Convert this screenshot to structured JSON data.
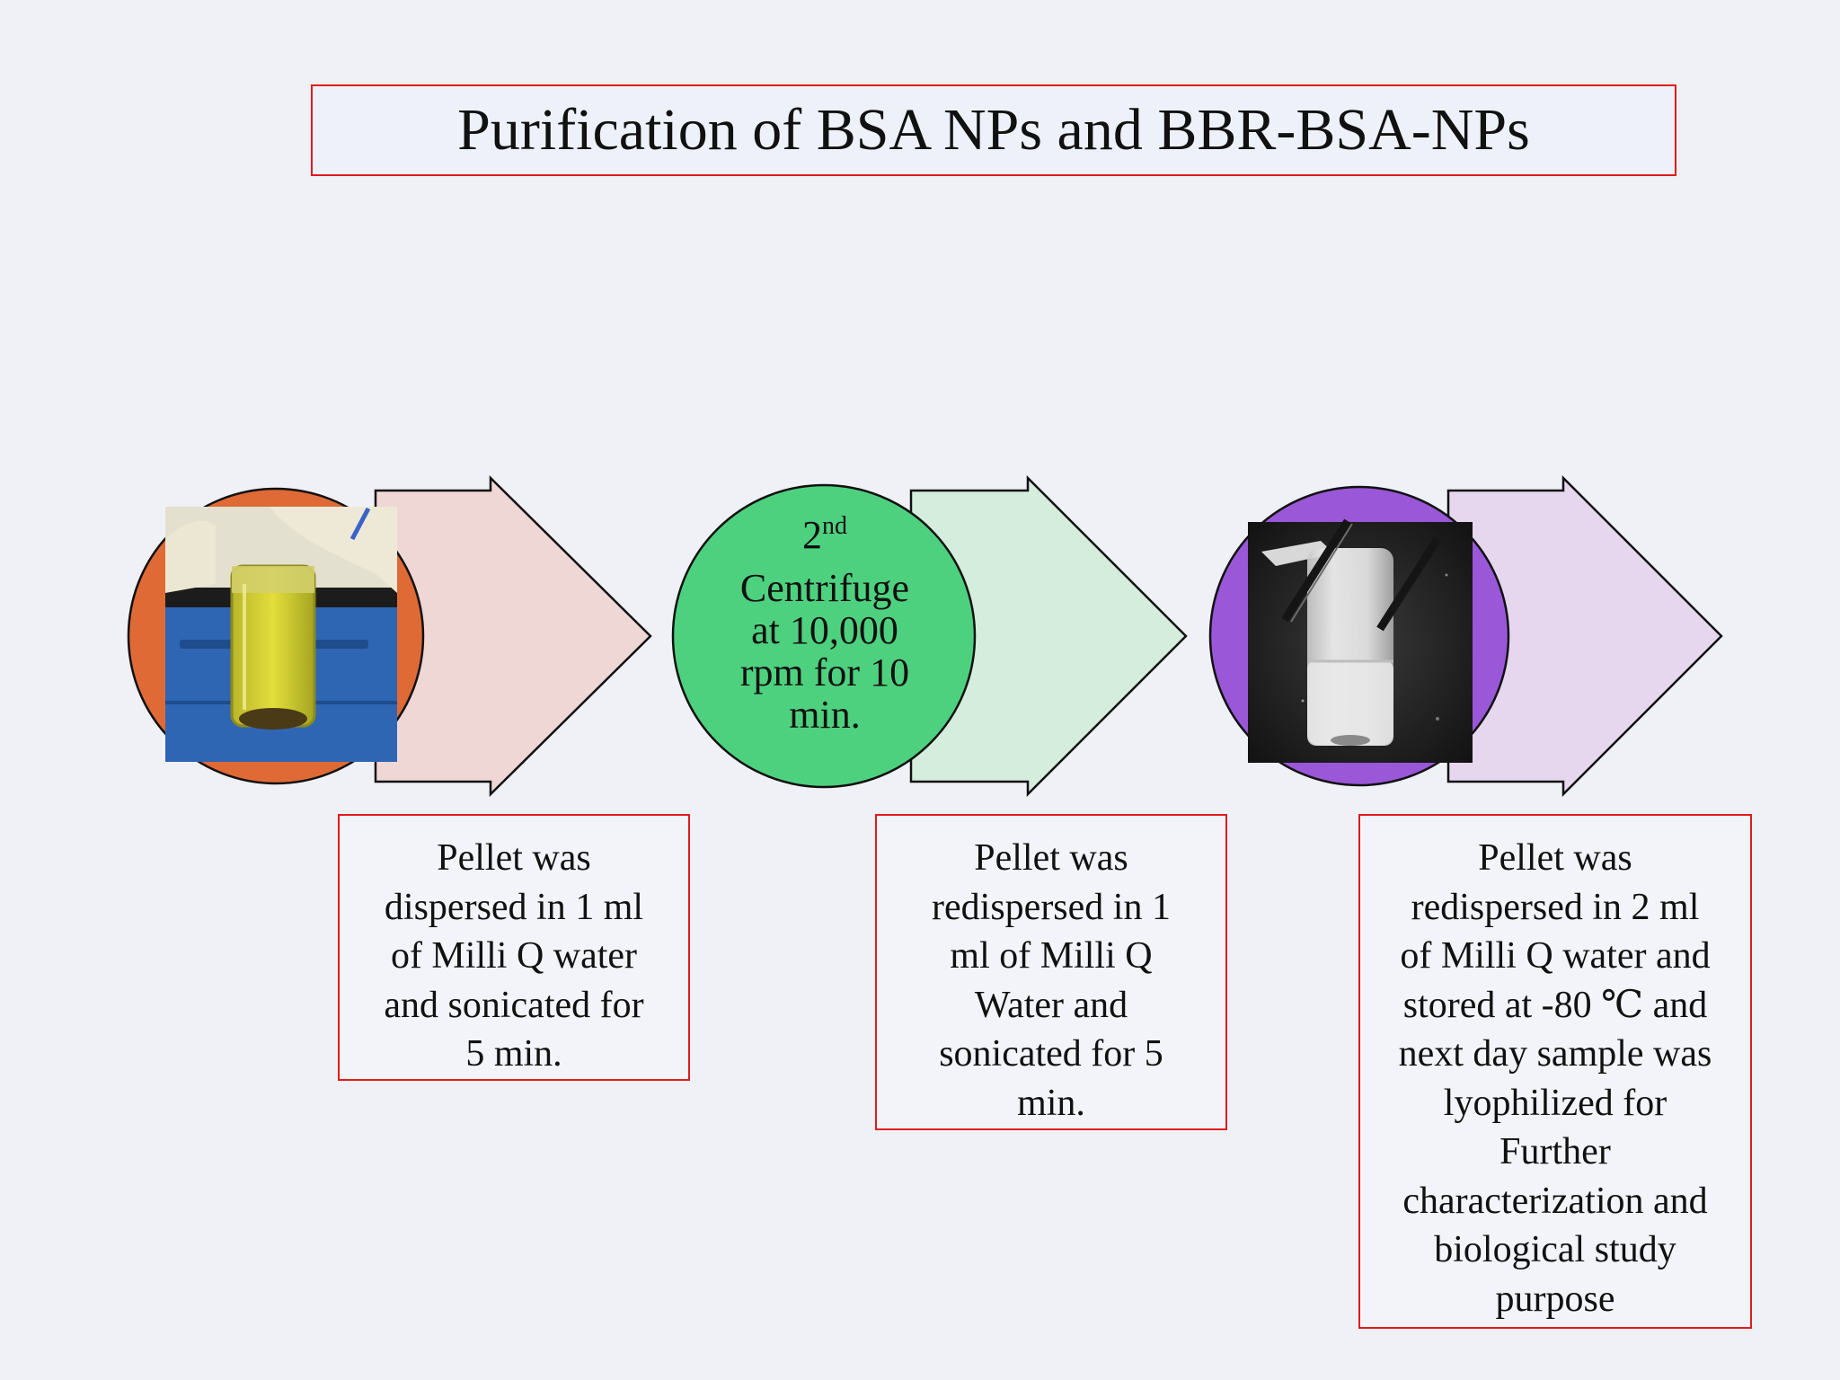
{
  "title": "Purification of BSA NPs and BBR-BSA-NPs",
  "colors": {
    "step1_circle": "#df6a35",
    "step1_arrow": "#efd7d6",
    "step2_circle": "#4ed17f",
    "step2_arrow": "#d4eddd",
    "step3_circle": "#9a57d8",
    "step3_arrow": "#e6d7ef",
    "box_border": "#e01b1b"
  },
  "steps": [
    {
      "photo": "test-tube-photo",
      "description": [
        "Pellet was",
        "dispersed in 1 ml",
        "of Milli Q water",
        "and sonicated for",
        "5 min."
      ]
    },
    {
      "step_number": "2",
      "step_suffix": "nd",
      "label_lines": [
        "Centrifuge",
        "at 10,000",
        "rpm for 10",
        "min."
      ],
      "description": [
        "Pellet was",
        "redispersed in 1",
        "ml of Milli Q",
        "Water and",
        "sonicated for 5",
        "min."
      ]
    },
    {
      "photo": "microtube-photo",
      "description": [
        "Pellet was",
        "redispersed in 2 ml",
        "of Milli Q water and",
        "stored at -80 ℃ and",
        "next day sample was",
        "lyophilized for",
        "Further",
        "characterization and",
        "biological study",
        "purpose"
      ]
    }
  ]
}
